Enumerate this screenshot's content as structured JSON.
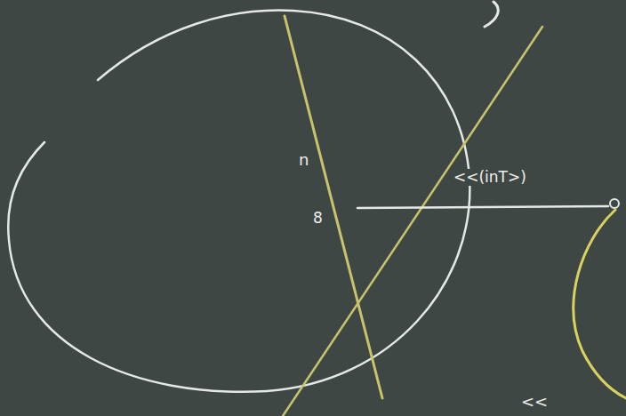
{
  "diagram": {
    "labels": [
      "<<(inT>)",
      "n",
      "8",
      "<<"
    ]
  }
}
